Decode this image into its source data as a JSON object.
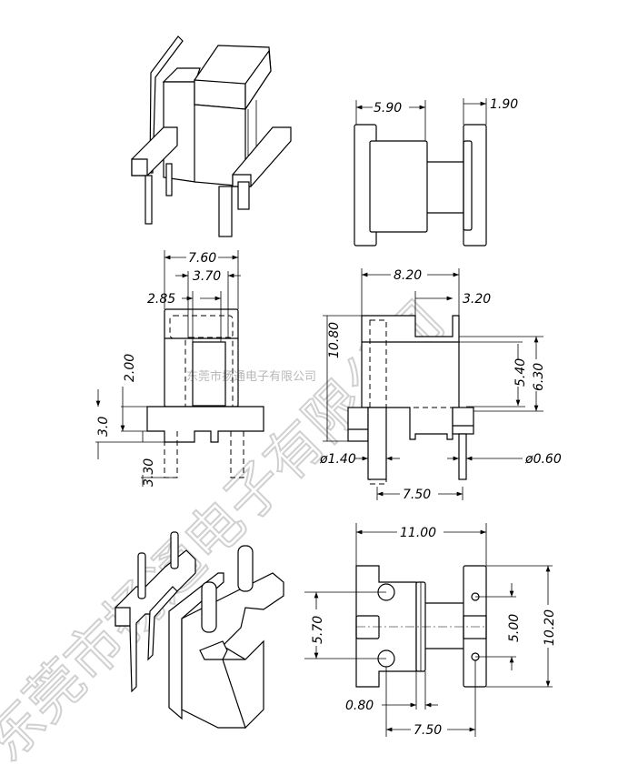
{
  "watermark": {
    "large": "东莞市扬通电子有限公司",
    "small": "东莞市扬通电子有限公司",
    "color": "#d0d0d0"
  },
  "side_view_top": {
    "dim_width": "5.90",
    "dim_flange": "1.90"
  },
  "front_view": {
    "dim_overall": "7.60",
    "dim_window": "3.70",
    "dim_inner": "2.85",
    "dim_base_height": "2.00",
    "dim_flange": "3.0",
    "dim_pin": "3.30"
  },
  "side_view": {
    "dim_length": "8.20",
    "dim_core": "3.20",
    "dim_height": "10.80",
    "dim_inner": "5.40",
    "dim_outer": "6.30",
    "dim_pin_large": "ø1.40",
    "dim_pin_small": "ø0.60",
    "dim_pin_pitch": "7.50"
  },
  "bottom_view": {
    "dim_length": "11.00",
    "dim_hole_pitch_left": "5.70",
    "dim_hole_pitch_right": "5.00",
    "dim_width": "10.20",
    "dim_flange": "0.80",
    "dim_pin_pitch": "7.50"
  }
}
